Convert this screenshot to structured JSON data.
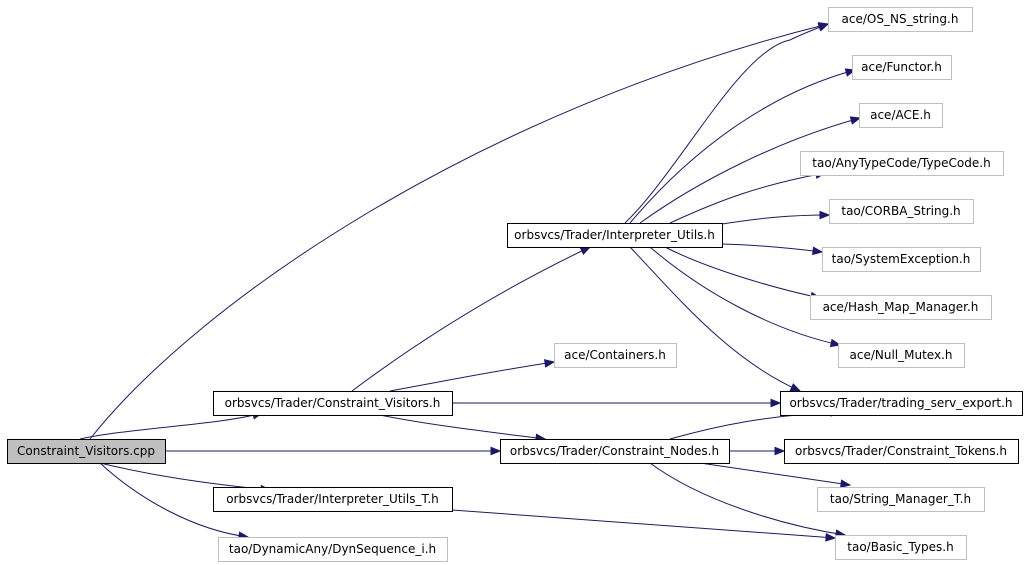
{
  "colors": {
    "edge": "#191970",
    "root_fill": "#bfbfbf",
    "node_border_dark": "#000000",
    "node_border_light": "#bfbfbf"
  },
  "diagram": {
    "type": "include-dependency-graph",
    "nodes": [
      {
        "id": "n1",
        "label": "Constraint_Visitors.cpp",
        "kind": "root"
      },
      {
        "id": "n2",
        "label": "orbsvcs/Trader/Constraint_Visitors.h",
        "kind": "documented"
      },
      {
        "id": "n3",
        "label": "orbsvcs/Trader/Interpreter_Utils.h",
        "kind": "documented"
      },
      {
        "id": "n4",
        "label": "ace/OS_NS_string.h",
        "kind": "external"
      },
      {
        "id": "n5",
        "label": "ace/Functor.h",
        "kind": "external"
      },
      {
        "id": "n6",
        "label": "ace/ACE.h",
        "kind": "external"
      },
      {
        "id": "n7",
        "label": "tao/AnyTypeCode/TypeCode.h",
        "kind": "external"
      },
      {
        "id": "n8",
        "label": "tao/CORBA_String.h",
        "kind": "external"
      },
      {
        "id": "n9",
        "label": "tao/SystemException.h",
        "kind": "external"
      },
      {
        "id": "n10",
        "label": "ace/Hash_Map_Manager.h",
        "kind": "external"
      },
      {
        "id": "n11",
        "label": "ace/Null_Mutex.h",
        "kind": "external"
      },
      {
        "id": "n12",
        "label": "orbsvcs/Trader/trading_serv_export.h",
        "kind": "documented"
      },
      {
        "id": "n13",
        "label": "ace/Containers.h",
        "kind": "external"
      },
      {
        "id": "n14",
        "label": "orbsvcs/Trader/Constraint_Nodes.h",
        "kind": "documented"
      },
      {
        "id": "n15",
        "label": "orbsvcs/Trader/Constraint_Tokens.h",
        "kind": "documented"
      },
      {
        "id": "n16",
        "label": "tao/String_Manager_T.h",
        "kind": "external"
      },
      {
        "id": "n17",
        "label": "tao/Basic_Types.h",
        "kind": "external"
      },
      {
        "id": "n18",
        "label": "orbsvcs/Trader/Interpreter_Utils_T.h",
        "kind": "documented"
      },
      {
        "id": "n19",
        "label": "tao/DynamicAny/DynSequence_i.h",
        "kind": "external"
      }
    ],
    "edges": [
      {
        "from": "n1",
        "to": "n2"
      },
      {
        "from": "n1",
        "to": "n4"
      },
      {
        "from": "n1",
        "to": "n14"
      },
      {
        "from": "n1",
        "to": "n18"
      },
      {
        "from": "n1",
        "to": "n19"
      },
      {
        "from": "n2",
        "to": "n3"
      },
      {
        "from": "n2",
        "to": "n13"
      },
      {
        "from": "n2",
        "to": "n12"
      },
      {
        "from": "n2",
        "to": "n14"
      },
      {
        "from": "n3",
        "to": "n4"
      },
      {
        "from": "n3",
        "to": "n5"
      },
      {
        "from": "n3",
        "to": "n6"
      },
      {
        "from": "n3",
        "to": "n7"
      },
      {
        "from": "n3",
        "to": "n8"
      },
      {
        "from": "n3",
        "to": "n9"
      },
      {
        "from": "n3",
        "to": "n10"
      },
      {
        "from": "n3",
        "to": "n11"
      },
      {
        "from": "n3",
        "to": "n12"
      },
      {
        "from": "n14",
        "to": "n12"
      },
      {
        "from": "n14",
        "to": "n15"
      },
      {
        "from": "n14",
        "to": "n16"
      },
      {
        "from": "n14",
        "to": "n17"
      },
      {
        "from": "n18",
        "to": "n17"
      }
    ]
  }
}
